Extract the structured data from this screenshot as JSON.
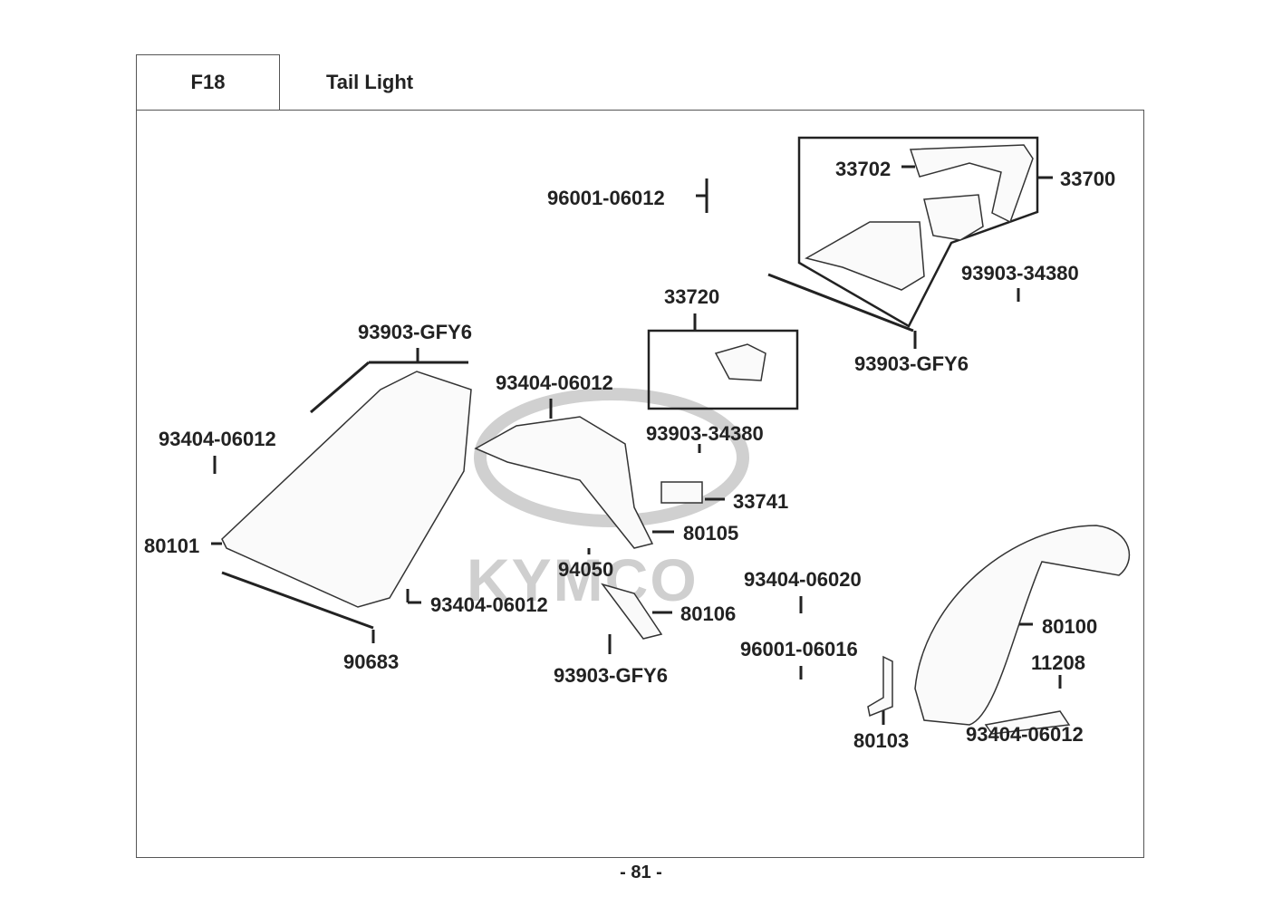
{
  "header": {
    "section_code": "F18",
    "title": "Tail Light"
  },
  "watermark": "KYMCO",
  "parts": {
    "p96001_06012": "96001-06012",
    "p33702": "33702",
    "p33700": "33700",
    "p33720": "33720",
    "p93903_34380_a": "93903-34380",
    "p93903_gfy6_a": "93903-GFY6",
    "p93903_gfy6_b": "93903-GFY6",
    "p93404_06012_a": "93404-06012",
    "p93404_06012_b": "93404-06012",
    "p93903_34380_b": "93903-34380",
    "p33741": "33741",
    "p80105": "80105",
    "p80101": "80101",
    "p94050": "94050",
    "p93404_06020": "93404-06020",
    "p93404_06012_c": "93404-06012",
    "p80106": "80106",
    "p80100": "80100",
    "p96001_06016": "96001-06016",
    "p11208": "11208",
    "p90683": "90683",
    "p93903_gfy6_c": "93903-GFY6",
    "p80103": "80103",
    "p93404_06012_d": "93404-06012"
  },
  "footer": {
    "page_number": "- 81 -"
  }
}
